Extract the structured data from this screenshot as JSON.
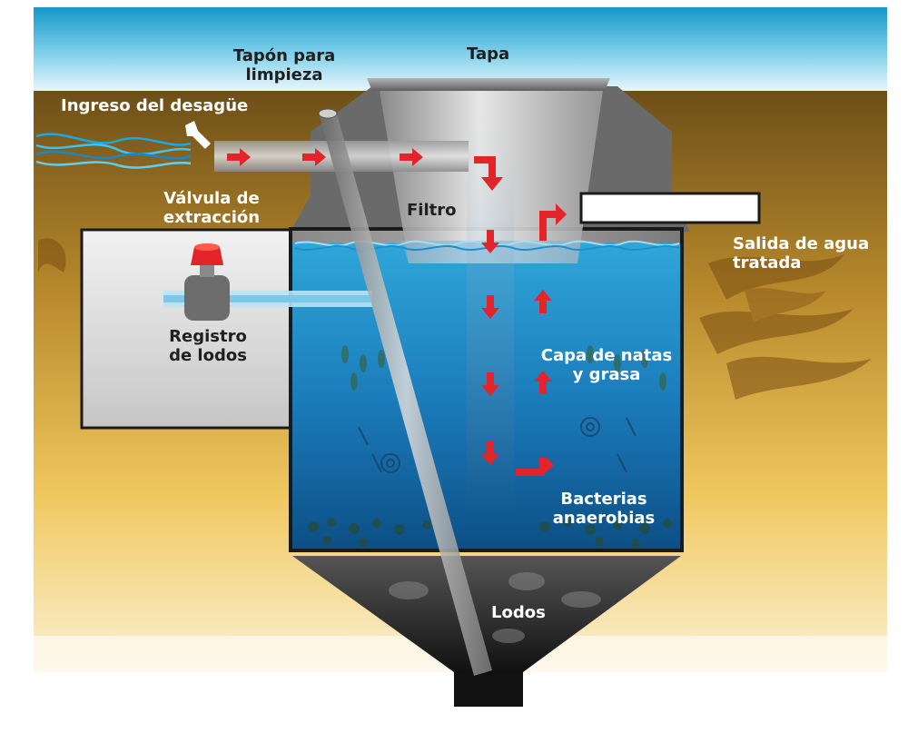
{
  "labels": {
    "cleanout_plug": "Tapón para\nlimpieza",
    "lid": "Tapa",
    "inlet": "Ingreso del desagüe",
    "extraction_valve": "Válvula de\nextracción",
    "filter": "Filtro",
    "outlet": "Salida de agua\ntratada",
    "sludge_register": "Registro\nde lodos",
    "scum_grease_layer": "Capa de natas\ny grasa",
    "anaerobic_bacteria": "Bacterias\nanaerobias",
    "sludge": "Lodos"
  },
  "icons": {
    "flow_arrow": "red-arrow",
    "pointer_arrow": "white-arrow",
    "valve": "red-valve-handle"
  },
  "colors": {
    "sky_top": "#16a6d8",
    "soil_brown": "#7a5a1e",
    "soil_light": "#f6e2a8",
    "water_blue": "#1a86c6",
    "flow_arrow": "#e3242b",
    "tank_gray": "#8c8c8c",
    "sludge_dark": "#2a2a2a"
  }
}
